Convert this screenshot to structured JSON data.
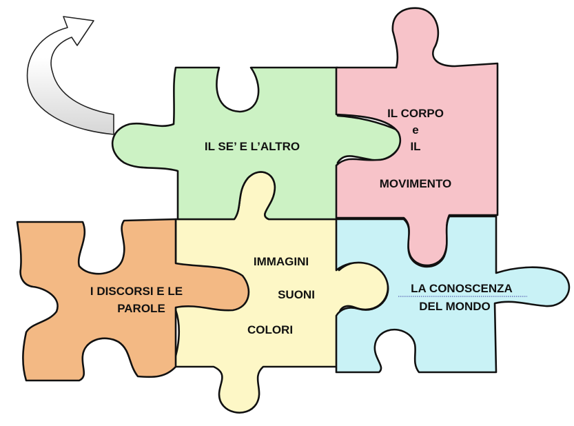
{
  "pieces": [
    {
      "id": "se-altro",
      "color": "#ccf2c4",
      "lines": [
        "IL SE’ E L’ALTRO"
      ]
    },
    {
      "id": "corpo",
      "color": "#f7c3c9",
      "lines": [
        "IL CORPO",
        "e",
        "IL",
        "MOVIMENTO"
      ]
    },
    {
      "id": "immagini",
      "color": "#fdf7c6",
      "lines": [
        "IMMAGINI",
        "SUONI",
        "COLORI"
      ]
    },
    {
      "id": "discorsi",
      "color": "#f3b984",
      "lines": [
        "I DISCORSI E LE",
        "PAROLE"
      ]
    },
    {
      "id": "conoscenza",
      "color": "#c9f2f6",
      "lines": [
        "LA CONOSCENZA",
        "DEL MONDO"
      ]
    }
  ],
  "arrow": {
    "fill_top": "#ffffff",
    "fill_bottom": "#d6d6d6",
    "icon": "curved-arrow-icon"
  }
}
